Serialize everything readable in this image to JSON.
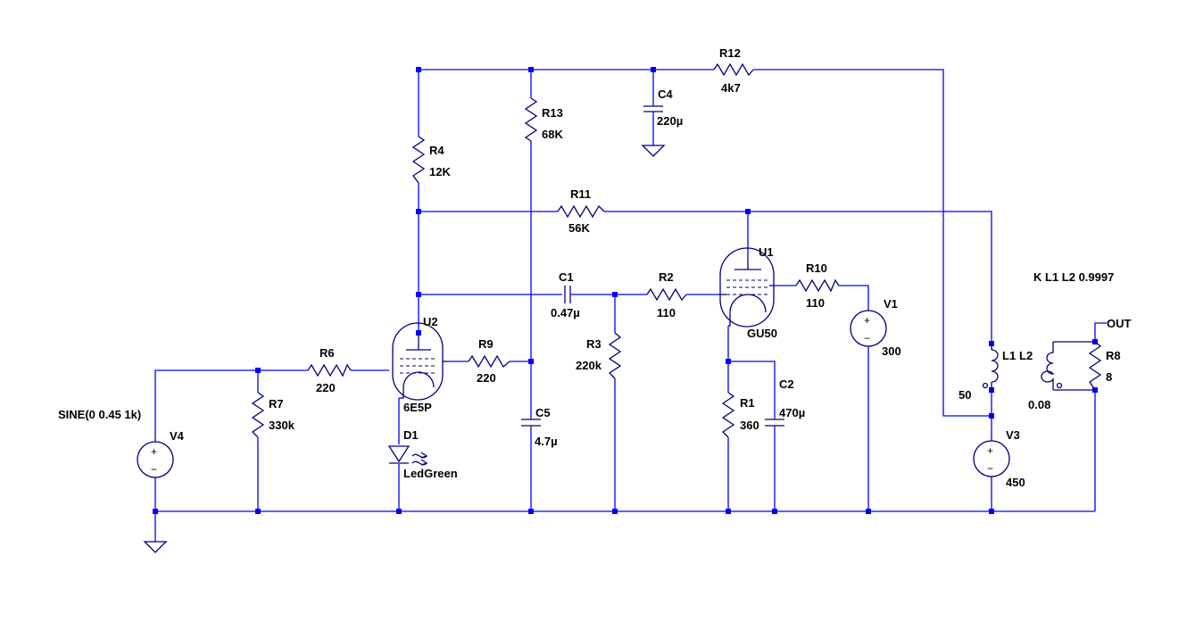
{
  "components": {
    "R12": {
      "name": "R12",
      "value": "4k7"
    },
    "C4": {
      "name": "C4",
      "value": "220µ"
    },
    "R13": {
      "name": "R13",
      "value": "68K"
    },
    "R4": {
      "name": "R4",
      "value": "12K"
    },
    "R11": {
      "name": "R11",
      "value": "56K"
    },
    "C1": {
      "name": "C1",
      "value": "0.47µ"
    },
    "R2": {
      "name": "R2",
      "value": "110"
    },
    "U1": {
      "name": "U1",
      "value": "GU50"
    },
    "R10": {
      "name": "R10",
      "value": "110"
    },
    "V1": {
      "name": "V1",
      "value": "300"
    },
    "U2": {
      "name": "U2",
      "value": "6E5P"
    },
    "R6": {
      "name": "R6",
      "value": "220"
    },
    "R9": {
      "name": "R9",
      "value": "220"
    },
    "R3": {
      "name": "R3",
      "value": "220k"
    },
    "R7": {
      "name": "R7",
      "value": "330k"
    },
    "C5": {
      "name": "C5",
      "value": "4.7µ"
    },
    "D1": {
      "name": "D1",
      "value": "LedGreen"
    },
    "V4": {
      "name": "V4",
      "value": "SINE(0 0.45 1k)"
    },
    "R1": {
      "name": "R1",
      "value": "360"
    },
    "C2": {
      "name": "C2",
      "value": "470µ"
    },
    "L1": {
      "name": "L1",
      "value": "50"
    },
    "L2": {
      "name": "L2",
      "value": "0.08"
    },
    "R8": {
      "name": "R8",
      "value": "8"
    },
    "V3": {
      "name": "V3",
      "value": "450"
    }
  },
  "directive": "K L1 L2 0.9997",
  "net_label": "OUT",
  "source_polarity": {
    "plus": "+",
    "minus": "−"
  }
}
